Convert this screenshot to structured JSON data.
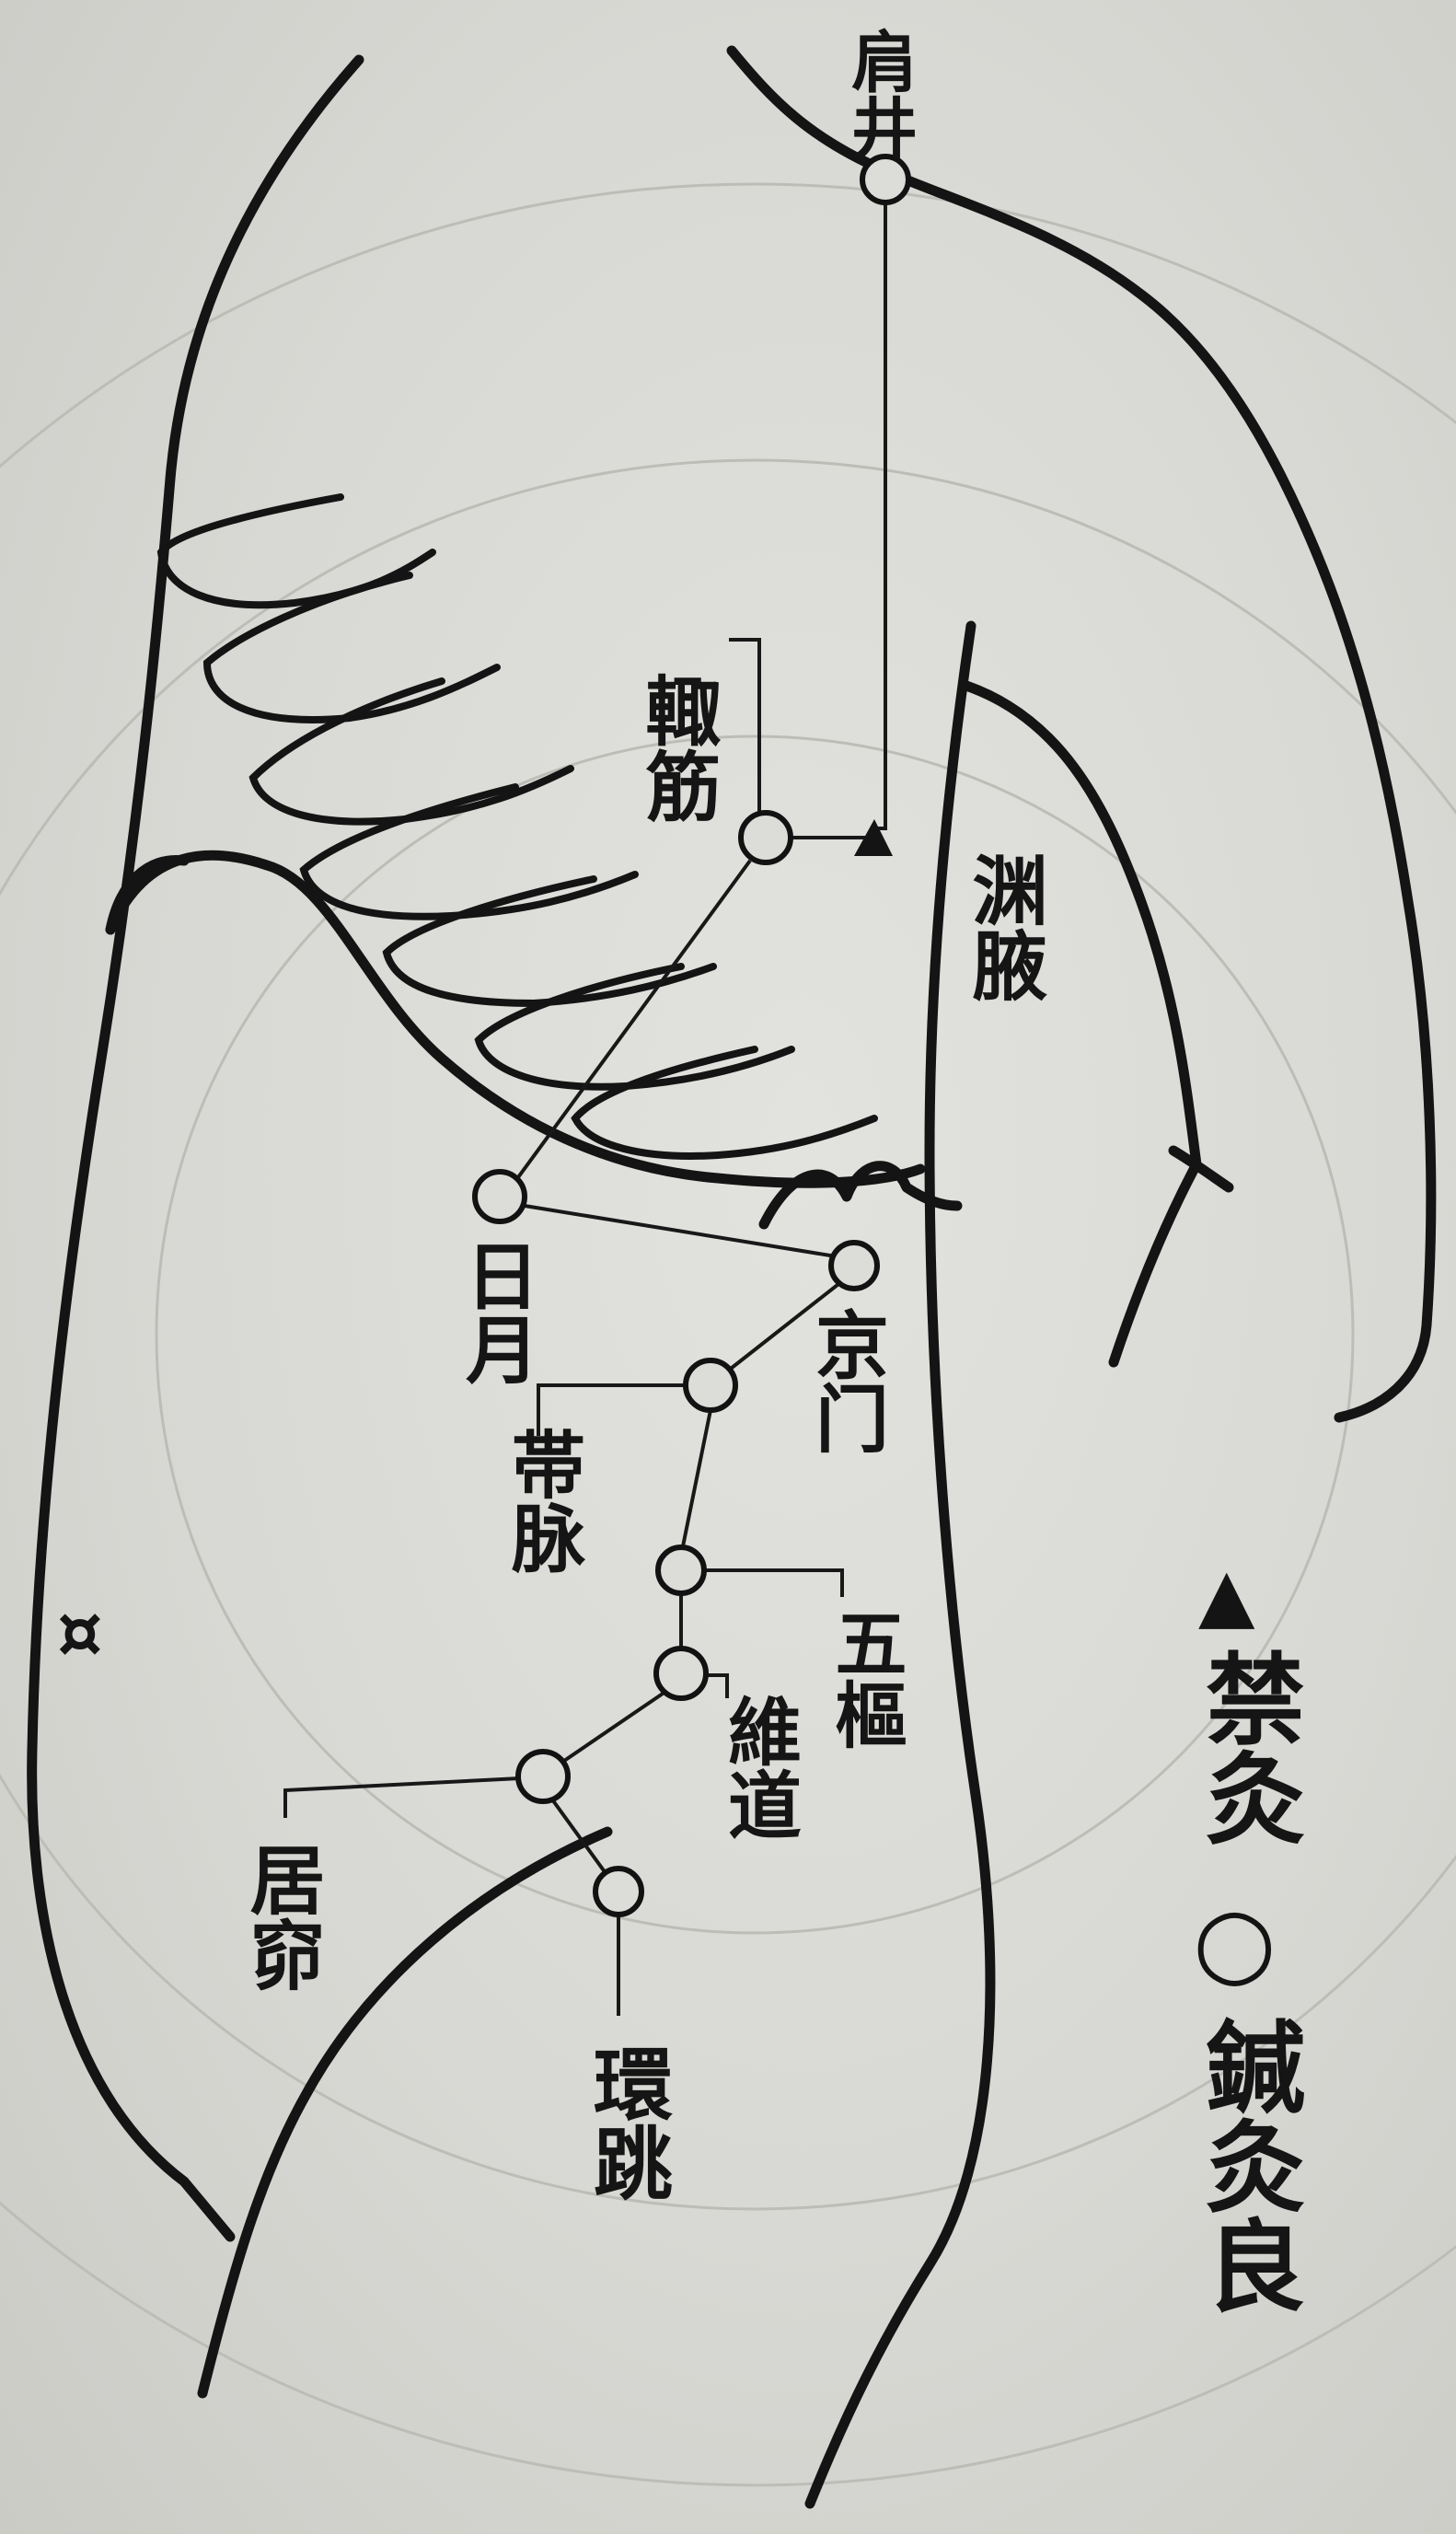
{
  "points": {
    "jianjing": "肩井",
    "zhejin": "輙筋",
    "yuanye": "渊腋",
    "riyue": "日月",
    "jingmen": "京门",
    "daimai": "帯脉",
    "wushu": "五樞",
    "weidao": "維道",
    "juliao": "居窌",
    "huantiao": "環跳"
  },
  "legend": {
    "forbidden_symbol": "▲",
    "forbidden_label": "禁灸",
    "good_symbol": "○",
    "good_label": "鍼灸良"
  },
  "marks": {
    "side_symbol": "¤"
  },
  "colors": {
    "ink": "#141414",
    "paper": "#d9d9d5"
  }
}
